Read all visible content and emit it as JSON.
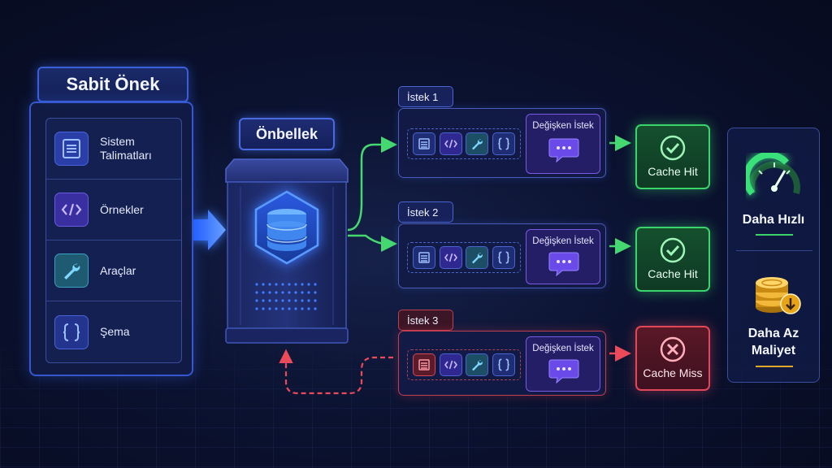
{
  "prefix": {
    "title": "Sabit Önek",
    "items": [
      {
        "label": "Sistem Talimatları",
        "icon": "document-icon"
      },
      {
        "label": "Örnekler",
        "icon": "code-icon"
      },
      {
        "label": "Araçlar",
        "icon": "wrench-icon"
      },
      {
        "label": "Şema",
        "icon": "braces-icon"
      }
    ]
  },
  "cache": {
    "title": "Önbellek"
  },
  "requests": [
    {
      "label": "İstek 1",
      "variable": "Değişken İstek",
      "result": "Cache Hit",
      "status": "hit"
    },
    {
      "label": "İstek 2",
      "variable": "Değişken İstek",
      "result": "Cache Hit",
      "status": "hit"
    },
    {
      "label": "İstek 3",
      "variable": "Değişken İstek",
      "result": "Cache Miss",
      "status": "miss"
    }
  ],
  "benefits": [
    {
      "label": "Daha Hızlı",
      "icon": "speedometer-icon"
    },
    {
      "label": "Daha Az Maliyet",
      "icon": "coins-icon"
    }
  ],
  "colors": {
    "hit": "#3ad46a",
    "miss": "#e0485a",
    "accent": "#3a6ef0",
    "variable": "#7a5ae0"
  }
}
